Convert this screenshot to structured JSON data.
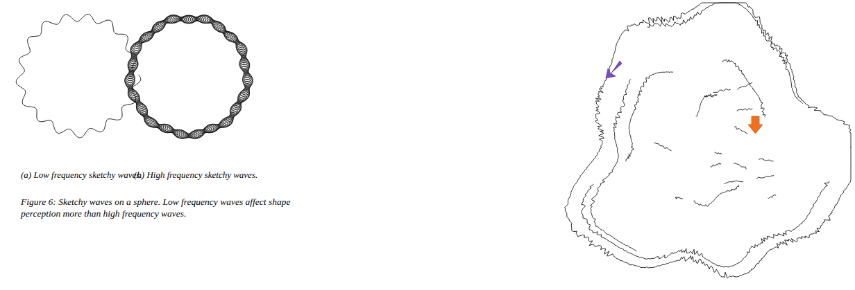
{
  "diagram": {
    "caption": "Figure 6: Sketchy waves on a sphere. Low frequency waves affect shape perception more than high frequency waves.",
    "labels": [
      "(a) Low frequency sketchy waves.",
      "(b) High frequency sketchy waves."
    ]
  }
}
